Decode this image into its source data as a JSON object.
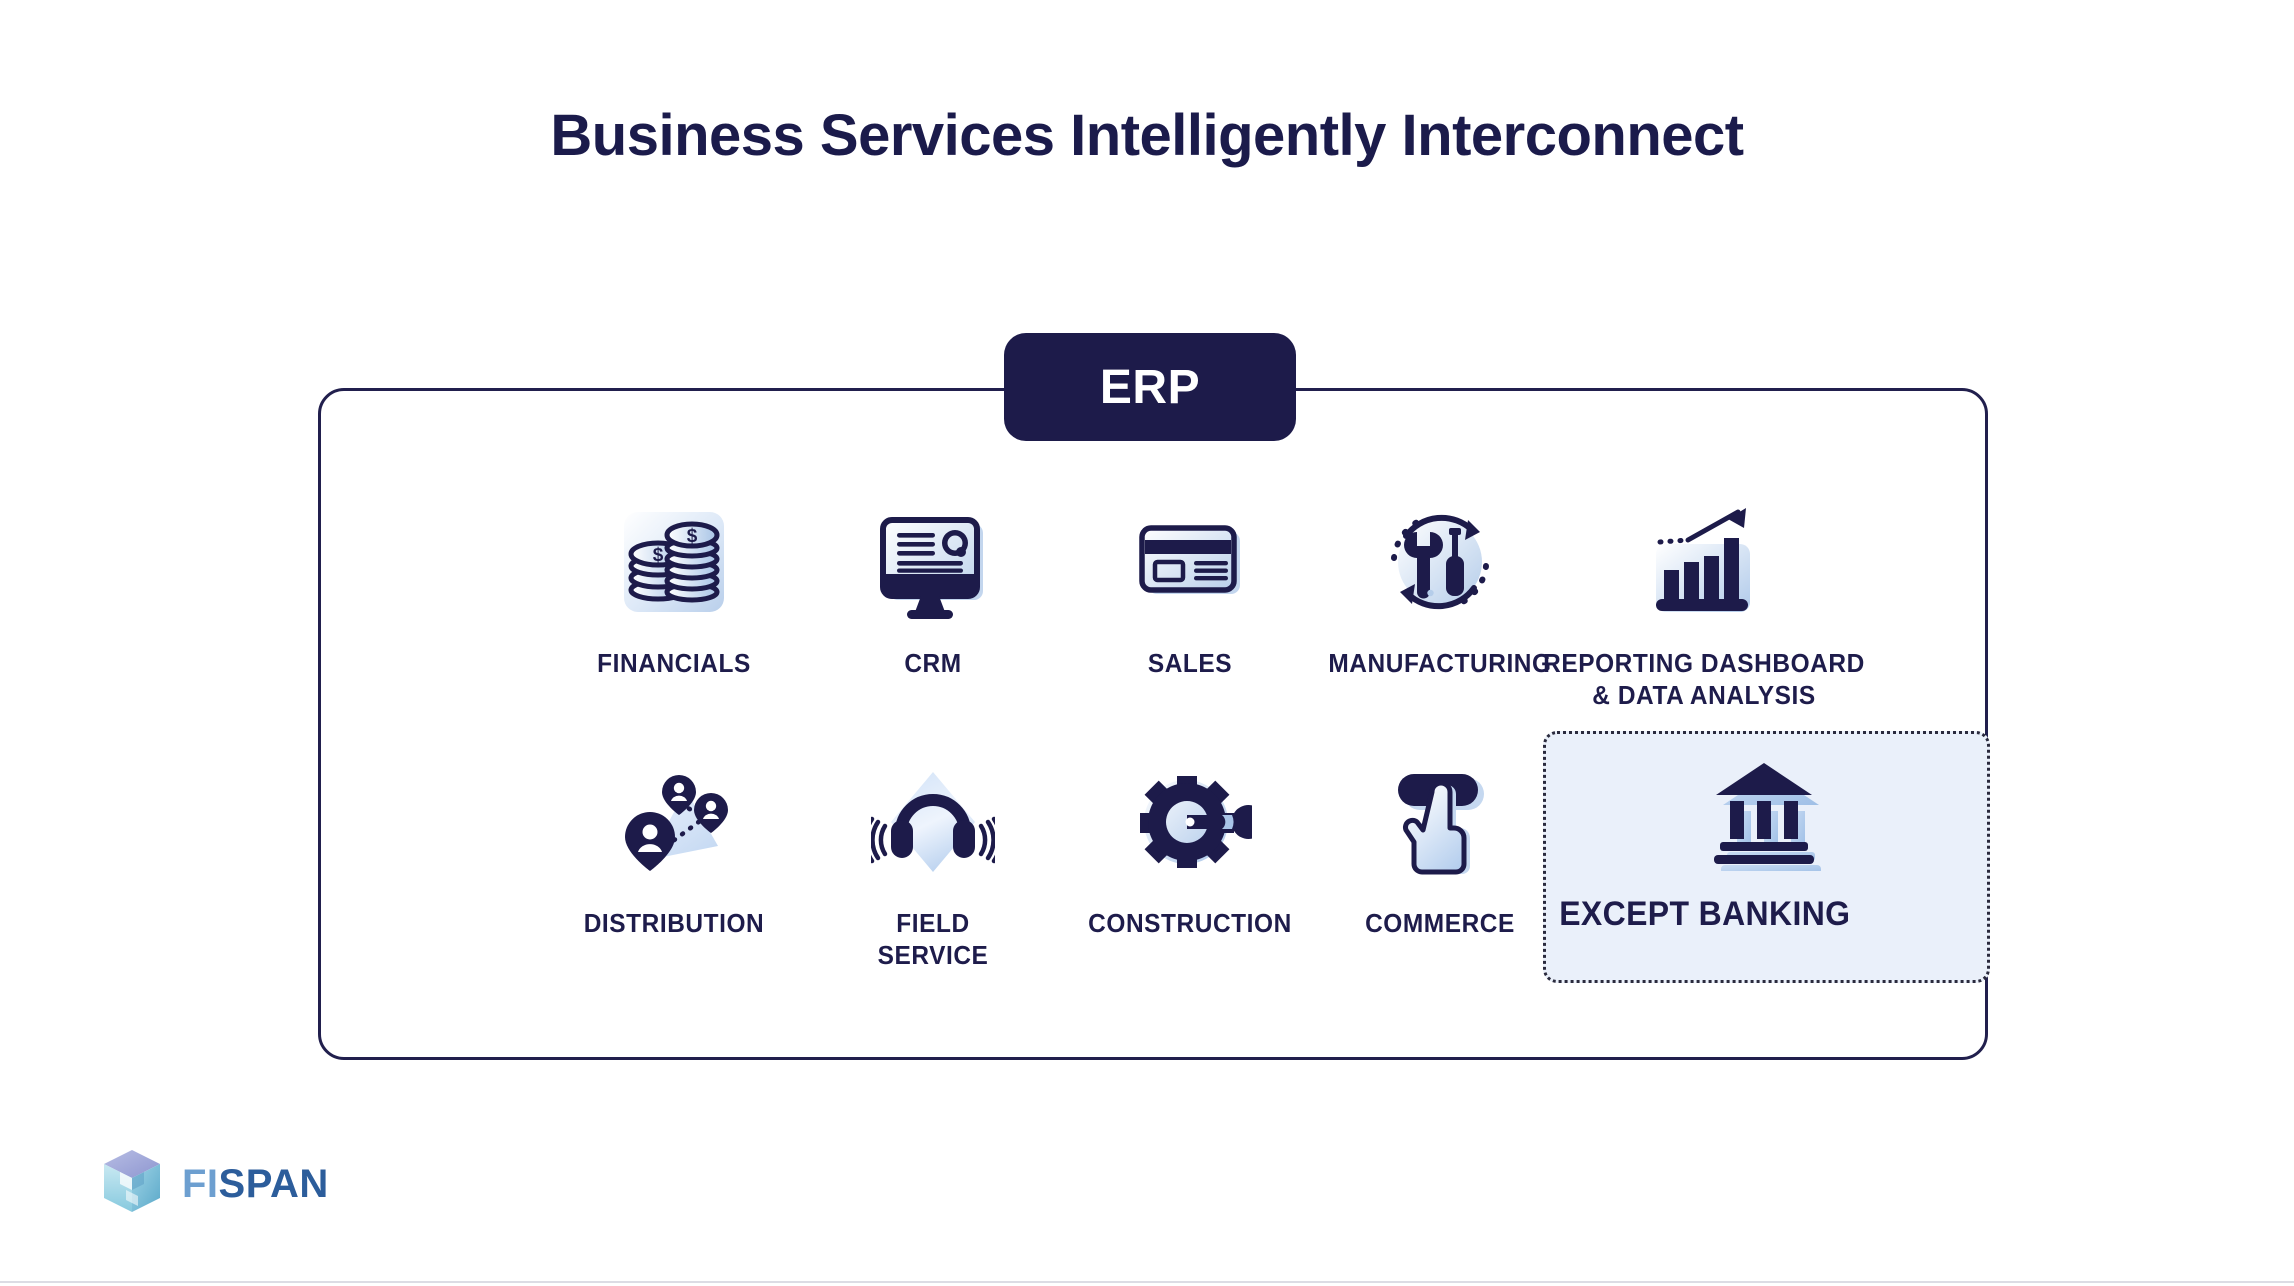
{
  "page": {
    "title": "Business Services Intelligently Interconnect",
    "background_color": "#ffffff",
    "accent_color": "#1d1b4a",
    "highlight_bg_color": "#eaf0fa"
  },
  "erp_badge": {
    "label": "ERP"
  },
  "services": {
    "row1": [
      {
        "label": "FINANCIALS",
        "icon": "coin-stacks-icon"
      },
      {
        "label": "CRM",
        "icon": "desktop-monitor-icon"
      },
      {
        "label": "SALES",
        "icon": "credit-card-icon"
      },
      {
        "label": "MANUFACTURING",
        "icon": "wrench-screwdriver-cycle-icon"
      },
      {
        "label": "REPORTING DASHBOARD\n& DATA ANALYSIS",
        "icon": "bar-chart-growth-icon"
      }
    ],
    "row2": [
      {
        "label": "DISTRIBUTION",
        "icon": "map-pins-network-icon"
      },
      {
        "label": "FIELD\nSERVICE",
        "icon": "headset-icon"
      },
      {
        "label": "CONSTRUCTION",
        "icon": "gear-wrench-icon"
      },
      {
        "label": "COMMERCE",
        "icon": "hand-tap-button-icon"
      }
    ]
  },
  "highlight": {
    "label": "EXCEPT BANKING",
    "icon": "bank-building-icon",
    "border_style": "dotted"
  },
  "logo": {
    "mark": "fispan-cube-icon",
    "text_first": "FI",
    "text_second": "SPAN"
  }
}
